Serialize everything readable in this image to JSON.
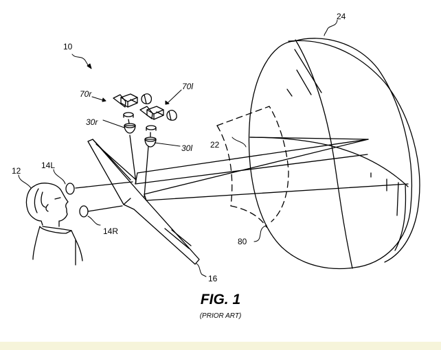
{
  "figure": {
    "title": "FIG. 1",
    "subtitle": "(PRIOR ART)",
    "labels": {
      "system": "10",
      "viewer": "12",
      "left_eye_pupil": "14L",
      "right_eye_pupil": "14R",
      "beamsplitter": "16",
      "image": "22",
      "spherical_mirror": "24",
      "right_projector": "30r",
      "left_projector": "30l",
      "right_image_source": "70r",
      "left_image_source": "70l",
      "image_region": "80"
    }
  },
  "colors": {
    "ink": "#000000",
    "background": "#ffffff",
    "footer_strip": "#f6f4da"
  }
}
